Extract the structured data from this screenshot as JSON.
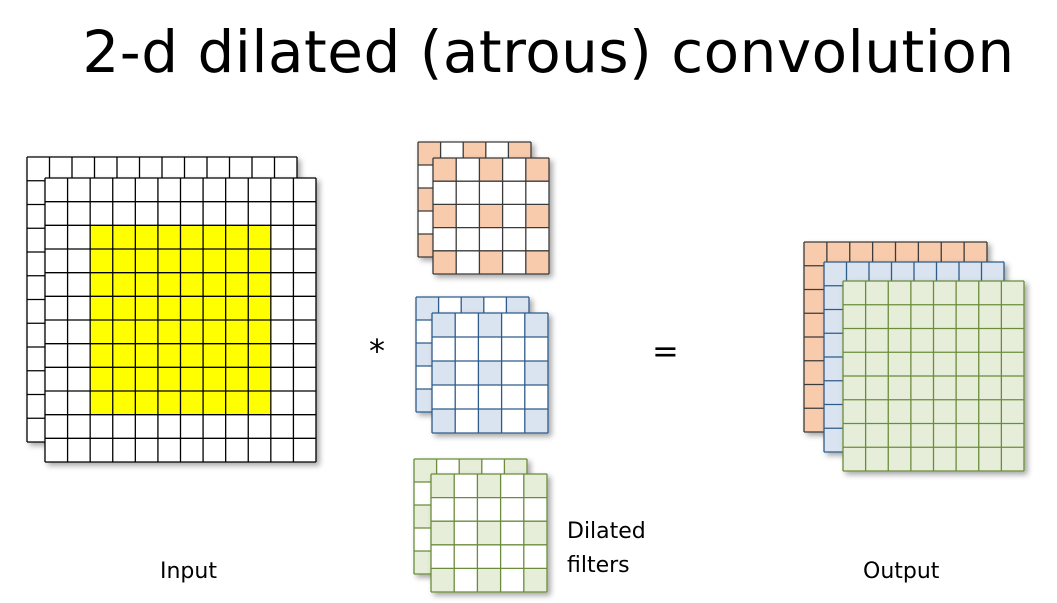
{
  "title": "2-d dilated (atrous) convolution",
  "operators": {
    "convolve": "*",
    "equals": "="
  },
  "labels": {
    "input": "Input",
    "filters_line1": "Dilated",
    "filters_line2": "filters",
    "output": "Output"
  },
  "colors": {
    "grid_line": "#000000",
    "input_fill": "#ffffff",
    "input_highlight": "#ffff00",
    "filter1_fill": "#f8cbad",
    "filter1_line": "#3a3a3a",
    "filter2_fill": "#dae3f0",
    "filter2_line": "#2e5b8a",
    "filter3_fill": "#e6eed9",
    "filter3_line": "#6a8c3a"
  },
  "grids": {
    "input": {
      "size": 12,
      "highlight_from": 2,
      "highlight_to": 9
    },
    "filter": {
      "size": 5,
      "dilation": 2
    },
    "output": {
      "size": 8
    }
  }
}
